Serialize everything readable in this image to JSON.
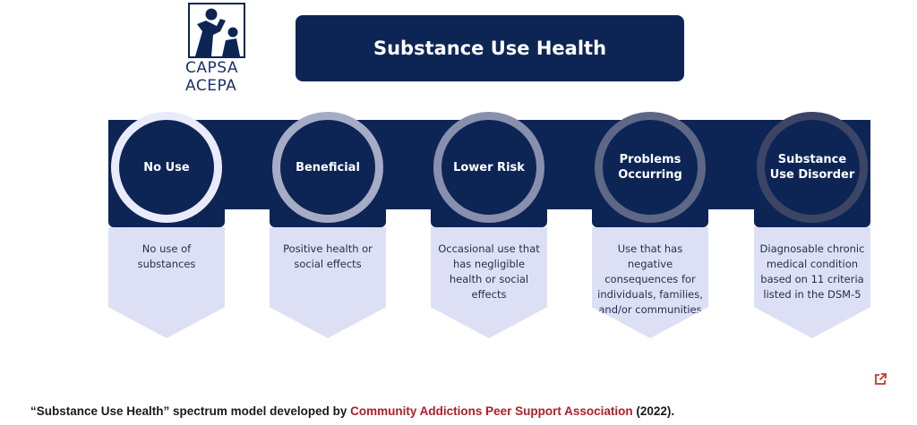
{
  "logo": {
    "line1": "CAPSA",
    "line2": "ACEPA"
  },
  "title": "Substance Use Health",
  "stages": [
    {
      "label": "No Use",
      "description": "No use of substances",
      "ring_color": "#e9ebfa"
    },
    {
      "label": "Beneficial",
      "description": "Positive health or social effects",
      "ring_color": "#a6acc6"
    },
    {
      "label": "Lower Risk",
      "description": "Occasional use that has negligible health or social effects",
      "ring_color": "#8990ad"
    },
    {
      "label": "Problems Occurring",
      "description": "Use that has negative consequences for individuals, families, and/or communities",
      "ring_color": "#5f6786"
    },
    {
      "label": "Substance Use Disorder",
      "description": "Diagnosable chronic medical condition based on 11 criteria listed in the DSM-5",
      "ring_color": "#3c4566"
    }
  ],
  "caption": {
    "prefix": "“Substance Use Health” spectrum model developed by ",
    "link": "Community Addictions Peer Support Association",
    "suffix": " (2022)."
  },
  "colors": {
    "navy": "#0d2555",
    "pale": "#dde0f5",
    "link": "#b01d2a"
  },
  "icons": {
    "external": "external-link-icon"
  }
}
